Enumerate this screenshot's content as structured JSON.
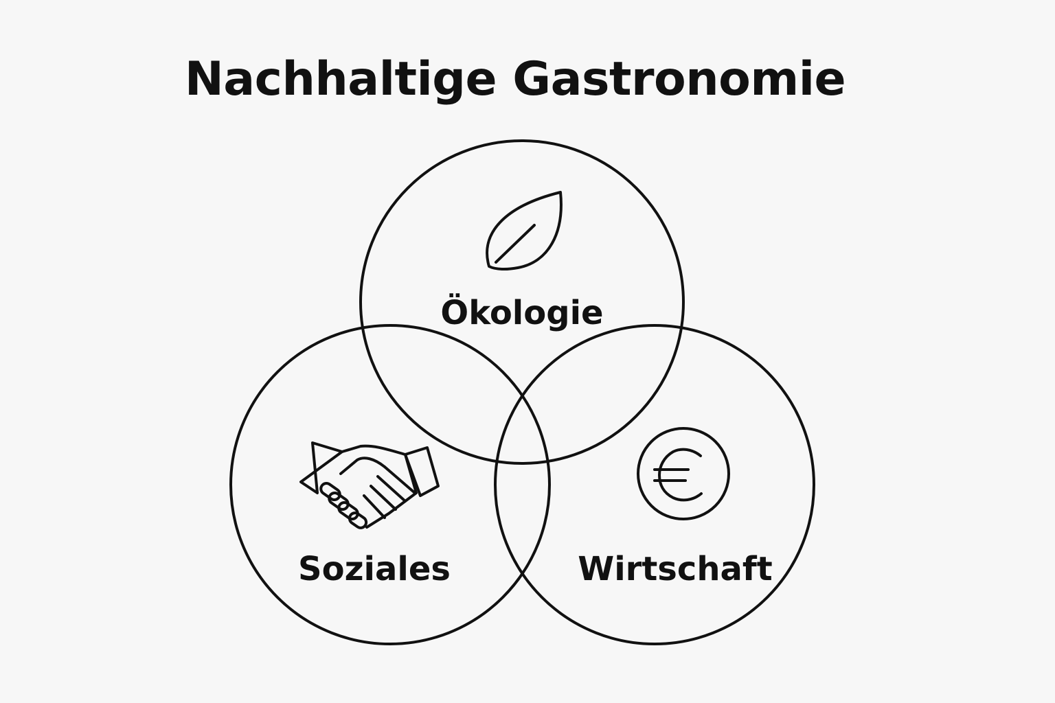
{
  "title": "Nachhaltige Gastronomie",
  "circles": [
    {
      "label": "Ökologie",
      "icon": "leaf-icon"
    },
    {
      "label": "Soziales",
      "icon": "handshake-icon"
    },
    {
      "label": "Wirtschaft",
      "icon": "euro-icon"
    }
  ],
  "colors": {
    "background": "#f7f7f7",
    "stroke": "#111111"
  }
}
